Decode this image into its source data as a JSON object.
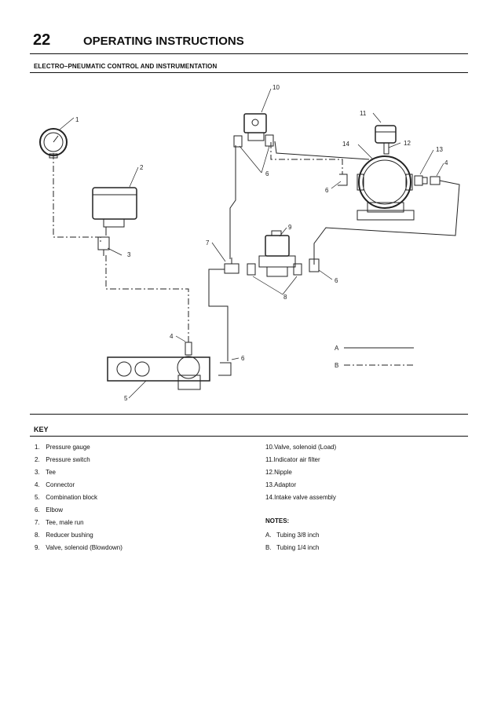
{
  "header": {
    "page_number": "22",
    "title": "OPERATING INSTRUCTIONS",
    "section": "ELECTRO–PNEUMATIC CONTROL AND INSTRUMENTATION"
  },
  "diagram": {
    "callouts": [
      "1",
      "2",
      "3",
      "4",
      "5",
      "6",
      "7",
      "8",
      "9",
      "10",
      "11",
      "12",
      "13",
      "14"
    ],
    "callout_labels": {
      "c1": "1",
      "c2": "2",
      "c3": "3",
      "c4a": "4",
      "c4b": "4",
      "c5": "5",
      "c6a": "6",
      "c6b": "6",
      "c6c": "6",
      "c6d": "6",
      "c7": "7",
      "c8": "8",
      "c9": "9",
      "c10": "10",
      "c11": "11",
      "c12": "12",
      "c13": "13",
      "c14": "14"
    },
    "legend": {
      "a": "A",
      "b": "B"
    }
  },
  "key": {
    "title": "KEY",
    "left": [
      {
        "num": "1.",
        "text": "Pressure gauge"
      },
      {
        "num": "2.",
        "text": "Pressure switch"
      },
      {
        "num": "3.",
        "text": "Tee"
      },
      {
        "num": "4.",
        "text": "Connector"
      },
      {
        "num": "5.",
        "text": "Combination block"
      },
      {
        "num": "6.",
        "text": "Elbow"
      },
      {
        "num": "7.",
        "text": "Tee, male run"
      },
      {
        "num": "8.",
        "text": "Reducer bushing"
      },
      {
        "num": "9.",
        "text": "Valve, solenoid (Blowdown)"
      }
    ],
    "right": [
      {
        "num": "10.",
        "text": "Valve, solenoid (Load)"
      },
      {
        "num": "11.",
        "text": "Indicator air filter"
      },
      {
        "num": "12.",
        "text": "Nipple"
      },
      {
        "num": "13.",
        "text": "Adaptor"
      },
      {
        "num": "14.",
        "text": "Intake valve assembly"
      }
    ],
    "notes_title": "NOTES:",
    "notes": [
      {
        "num": "A.",
        "text": "Tubing 3/8 inch"
      },
      {
        "num": "B.",
        "text": "Tubing 1/4 inch"
      }
    ]
  }
}
